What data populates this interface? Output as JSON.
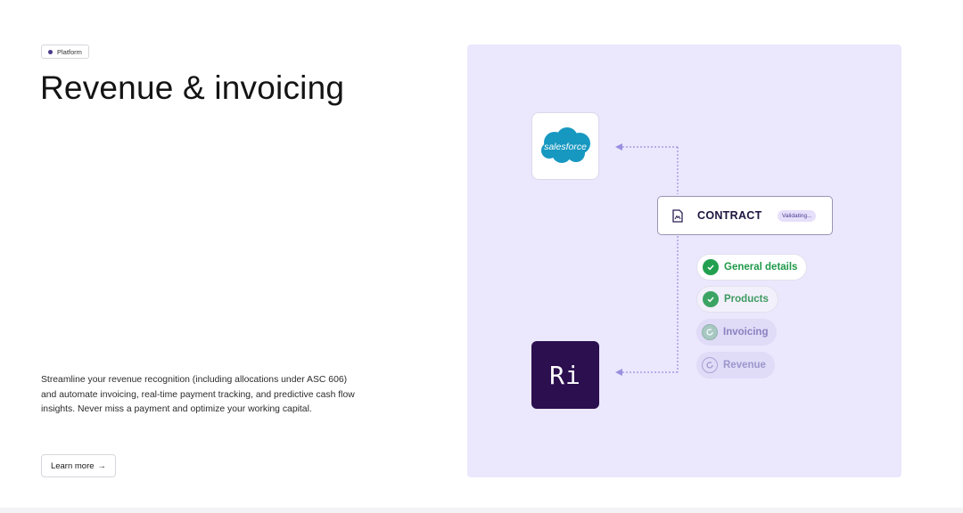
{
  "badge": {
    "label": "Platform"
  },
  "hero": {
    "title": "Revenue & invoicing",
    "description": "Streamline your revenue recognition (including allocations under ASC 606) and automate invoicing, real-time payment tracking, and predictive cash flow insights. Never miss a payment and optimize your working capital.",
    "cta_label": "Learn more",
    "cta_arrow": "→"
  },
  "illustration": {
    "source_logo_text": "salesforce",
    "target_logo_text": "Ri",
    "contract": {
      "label": "CONTRACT",
      "status": "Validating..."
    },
    "steps": [
      {
        "label": "General details",
        "state": "done"
      },
      {
        "label": "Products",
        "state": "done"
      },
      {
        "label": "Invoicing",
        "state": "in-progress"
      },
      {
        "label": "Revenue",
        "state": "pending"
      }
    ]
  },
  "colors": {
    "panel_bg": "#ebe7fd",
    "salesforce_blue": "#1798c1",
    "ri_purple": "#2c0f4f",
    "success_green": "#22a050",
    "connector": "#9a8fe0"
  }
}
